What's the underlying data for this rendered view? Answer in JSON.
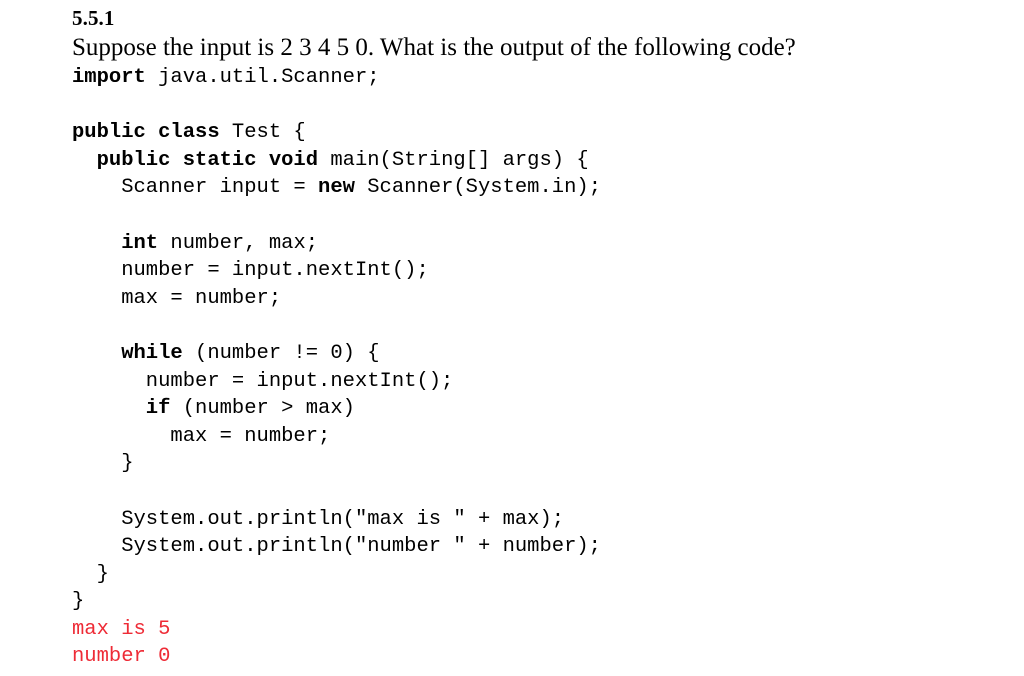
{
  "exercise": {
    "number": "5.5.1",
    "question": "Suppose the input is 2 3 4 5 0. What is the output of the following code?"
  },
  "code": {
    "lines": [
      {
        "id": "import",
        "indent": 0,
        "parts": [
          {
            "t": "import",
            "kw": true
          },
          {
            "t": " java.util.Scanner;",
            "kw": false
          }
        ]
      },
      {
        "id": "blank-1",
        "indent": 0,
        "parts": [
          {
            "t": "",
            "kw": false
          }
        ]
      },
      {
        "id": "class-decl",
        "indent": 0,
        "parts": [
          {
            "t": "public class",
            "kw": true
          },
          {
            "t": " Test {",
            "kw": false
          }
        ]
      },
      {
        "id": "main-decl",
        "indent": 2,
        "parts": [
          {
            "t": "public static void",
            "kw": true
          },
          {
            "t": " main(String[] args) {",
            "kw": false
          }
        ]
      },
      {
        "id": "scanner-new",
        "indent": 4,
        "parts": [
          {
            "t": "Scanner input = ",
            "kw": false
          },
          {
            "t": "new",
            "kw": true
          },
          {
            "t": " Scanner(System.in);",
            "kw": false
          }
        ]
      },
      {
        "id": "blank-2",
        "indent": 0,
        "parts": [
          {
            "t": "",
            "kw": false
          }
        ]
      },
      {
        "id": "int-decl",
        "indent": 4,
        "parts": [
          {
            "t": "int",
            "kw": true
          },
          {
            "t": " number, max;",
            "kw": false
          }
        ]
      },
      {
        "id": "read-number",
        "indent": 4,
        "parts": [
          {
            "t": "number = input.nextInt();",
            "kw": false
          }
        ]
      },
      {
        "id": "assign-max",
        "indent": 4,
        "parts": [
          {
            "t": "max = number;",
            "kw": false
          }
        ]
      },
      {
        "id": "blank-3",
        "indent": 0,
        "parts": [
          {
            "t": "",
            "kw": false
          }
        ]
      },
      {
        "id": "while-head",
        "indent": 4,
        "parts": [
          {
            "t": "while",
            "kw": true
          },
          {
            "t": " (number != 0) {",
            "kw": false
          }
        ]
      },
      {
        "id": "loop-read",
        "indent": 6,
        "parts": [
          {
            "t": "number = input.nextInt();",
            "kw": false
          }
        ]
      },
      {
        "id": "if-head",
        "indent": 6,
        "parts": [
          {
            "t": "if",
            "kw": true
          },
          {
            "t": " (number > max)",
            "kw": false
          }
        ]
      },
      {
        "id": "if-body",
        "indent": 8,
        "parts": [
          {
            "t": "max = number;",
            "kw": false
          }
        ]
      },
      {
        "id": "while-close",
        "indent": 4,
        "parts": [
          {
            "t": "}",
            "kw": false
          }
        ]
      },
      {
        "id": "blank-4",
        "indent": 0,
        "parts": [
          {
            "t": "",
            "kw": false
          }
        ]
      },
      {
        "id": "print-max",
        "indent": 4,
        "parts": [
          {
            "t": "System.out.println(\"max is \" + max);",
            "kw": false
          }
        ]
      },
      {
        "id": "print-number",
        "indent": 4,
        "parts": [
          {
            "t": "System.out.println(\"number \" + number);",
            "kw": false
          }
        ]
      },
      {
        "id": "main-close",
        "indent": 2,
        "parts": [
          {
            "t": "}",
            "kw": false
          }
        ]
      },
      {
        "id": "class-close",
        "indent": 0,
        "parts": [
          {
            "t": "}",
            "kw": false
          }
        ]
      }
    ]
  },
  "output": {
    "color": "#ee2b36",
    "lines": [
      {
        "id": "output-max",
        "text": "max is 5"
      },
      {
        "id": "output-number",
        "text": "number 0"
      }
    ]
  }
}
